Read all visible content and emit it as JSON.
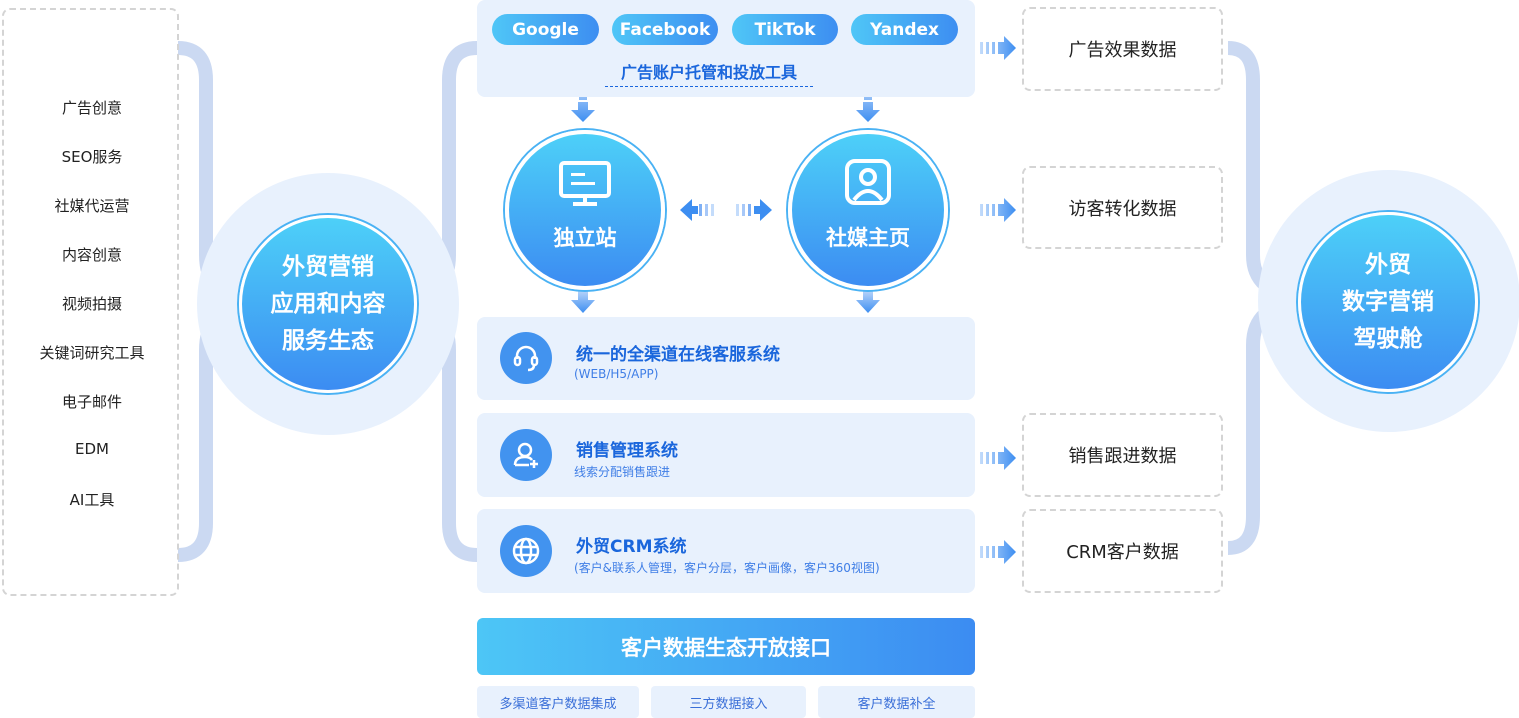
{
  "left_panel": {
    "items": [
      "广告创意",
      "SEO服务",
      "社媒代运营",
      "内容创意",
      "视频拍摄",
      "关键词研究工具",
      "电子邮件",
      "EDM",
      "AI工具"
    ]
  },
  "left_hub": {
    "lines": [
      "外贸营销",
      "应用和内容",
      "服务生态"
    ]
  },
  "ad_platforms": {
    "pills": [
      "Google",
      "Facebook",
      "TikTok",
      "Yandex"
    ],
    "caption": "广告账户托管和投放工具"
  },
  "channels": {
    "site": "独立站",
    "social": "社媒主页"
  },
  "services": [
    {
      "title": "统一的全渠道在线客服系统",
      "subtitle": "(WEB/H5/APP)",
      "icon": "headset-icon"
    },
    {
      "title": "销售管理系统",
      "subtitle": "线索分配销售跟进",
      "icon": "user-add-icon"
    },
    {
      "title": "外贸CRM系统",
      "subtitle": "(客户&联系人管理，客户分层，客户画像，客户360视图)",
      "icon": "globe-icon"
    }
  ],
  "open_api": {
    "title": "客户数据生态开放接口",
    "items": [
      "多渠道客户数据集成",
      "三方数据接入",
      "客户数据补全"
    ]
  },
  "data_outputs": [
    "广告效果数据",
    "访客转化数据",
    "销售跟进数据",
    "CRM客户数据"
  ],
  "right_hub": {
    "lines": [
      "外贸",
      "数字营销",
      "驾驶舱"
    ]
  },
  "colors": {
    "accent": "#3c8cf2",
    "accent_light": "#4dd0f8",
    "panel": "#e8f1fd",
    "title_blue": "#1a66dc",
    "connector": "#cbd9f2"
  }
}
